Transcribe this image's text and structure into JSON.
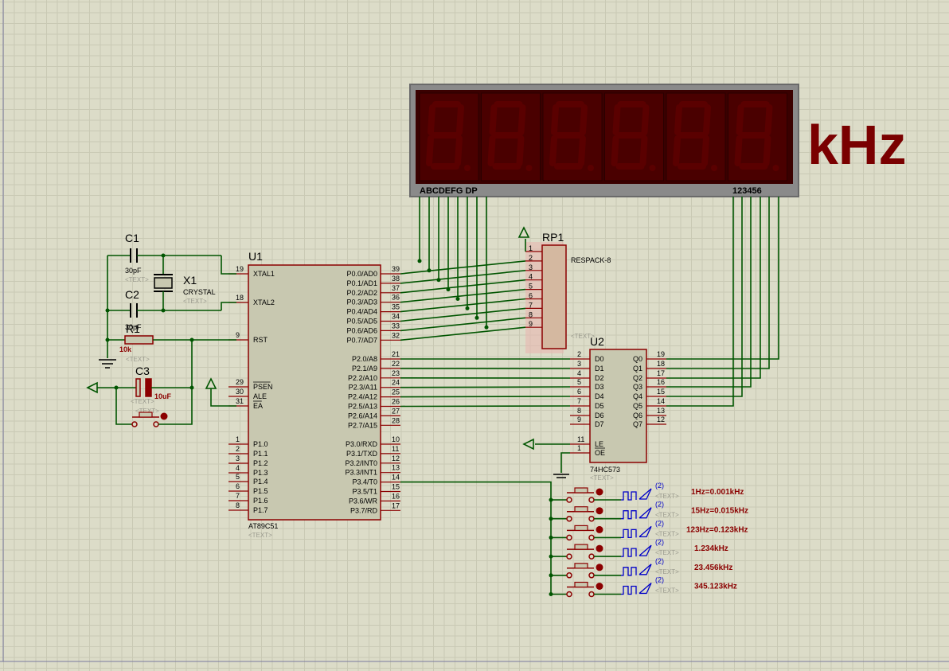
{
  "display": {
    "label_segments": "ABCDEFG DP",
    "label_digits": "123456",
    "unit": "kHz"
  },
  "u1": {
    "ref": "U1",
    "part": "AT89C51",
    "text": "<TEXT>",
    "left_pins": [
      {
        "num": "19",
        "name": "XTAL1"
      },
      {
        "num": "18",
        "name": "XTAL2"
      },
      {
        "num": "9",
        "name": "RST"
      },
      {
        "num": "29",
        "name": "PSEN"
      },
      {
        "num": "30",
        "name": "ALE"
      },
      {
        "num": "31",
        "name": "EA"
      },
      {
        "num": "1",
        "name": "P1.0"
      },
      {
        "num": "2",
        "name": "P1.1"
      },
      {
        "num": "3",
        "name": "P1.2"
      },
      {
        "num": "4",
        "name": "P1.3"
      },
      {
        "num": "5",
        "name": "P1.4"
      },
      {
        "num": "6",
        "name": "P1.5"
      },
      {
        "num": "7",
        "name": "P1.6"
      },
      {
        "num": "8",
        "name": "P1.7"
      }
    ],
    "right_pins": [
      {
        "num": "39",
        "name": "P0.0/AD0"
      },
      {
        "num": "38",
        "name": "P0.1/AD1"
      },
      {
        "num": "37",
        "name": "P0.2/AD2"
      },
      {
        "num": "36",
        "name": "P0.3/AD3"
      },
      {
        "num": "35",
        "name": "P0.4/AD4"
      },
      {
        "num": "34",
        "name": "P0.5/AD5"
      },
      {
        "num": "33",
        "name": "P0.6/AD6"
      },
      {
        "num": "32",
        "name": "P0.7/AD7"
      },
      {
        "num": "21",
        "name": "P2.0/A8"
      },
      {
        "num": "22",
        "name": "P2.1/A9"
      },
      {
        "num": "23",
        "name": "P2.2/A10"
      },
      {
        "num": "24",
        "name": "P2.3/A11"
      },
      {
        "num": "25",
        "name": "P2.4/A12"
      },
      {
        "num": "26",
        "name": "P2.5/A13"
      },
      {
        "num": "27",
        "name": "P2.6/A14"
      },
      {
        "num": "28",
        "name": "P2.7/A15"
      },
      {
        "num": "10",
        "name": "P3.0/RXD"
      },
      {
        "num": "11",
        "name": "P3.1/TXD"
      },
      {
        "num": "12",
        "name": "P3.2/INT0"
      },
      {
        "num": "13",
        "name": "P3.3/INT1"
      },
      {
        "num": "14",
        "name": "P3.4/T0"
      },
      {
        "num": "15",
        "name": "P3.5/T1"
      },
      {
        "num": "16",
        "name": "P3.6/WR"
      },
      {
        "num": "17",
        "name": "P3.7/RD"
      }
    ]
  },
  "u2": {
    "ref": "U2",
    "part": "74HC573",
    "text": "<TEXT>",
    "left_pins": [
      {
        "num": "2",
        "name": "D0"
      },
      {
        "num": "3",
        "name": "D1"
      },
      {
        "num": "4",
        "name": "D2"
      },
      {
        "num": "5",
        "name": "D3"
      },
      {
        "num": "6",
        "name": "D4"
      },
      {
        "num": "7",
        "name": "D5"
      },
      {
        "num": "8",
        "name": "D6"
      },
      {
        "num": "9",
        "name": "D7"
      },
      {
        "num": "11",
        "name": "LE"
      },
      {
        "num": "1",
        "name": "OE"
      }
    ],
    "right_pins": [
      {
        "num": "19",
        "name": "Q0"
      },
      {
        "num": "18",
        "name": "Q1"
      },
      {
        "num": "17",
        "name": "Q2"
      },
      {
        "num": "16",
        "name": "Q3"
      },
      {
        "num": "15",
        "name": "Q4"
      },
      {
        "num": "14",
        "name": "Q5"
      },
      {
        "num": "13",
        "name": "Q6"
      },
      {
        "num": "12",
        "name": "Q7"
      }
    ]
  },
  "rp1": {
    "ref": "RP1",
    "part": "RESPACK-8",
    "text": "<TEXT>",
    "pins": [
      "1",
      "2",
      "3",
      "4",
      "5",
      "6",
      "7",
      "8",
      "9"
    ]
  },
  "c1": {
    "ref": "C1",
    "value": "30pF",
    "text": "<TEXT>"
  },
  "c2": {
    "ref": "C2",
    "value": "30pF"
  },
  "x1": {
    "ref": "X1",
    "part": "CRYSTAL",
    "text": "<TEXT>"
  },
  "r1": {
    "ref": "R1",
    "value": "10k",
    "text": "<TEXT>"
  },
  "c3": {
    "ref": "C3",
    "value": "10uF",
    "text": "<TEXT>"
  },
  "reset_switch": {
    "text": "<TEXT>"
  },
  "generators": [
    {
      "tag": "(2)",
      "text": "<TEXT>",
      "label": "1Hz=0.001kHz"
    },
    {
      "tag": "(2)",
      "text": "<TEXT>",
      "label": "15Hz=0.015kHz"
    },
    {
      "tag": "(2)",
      "text": "<TEXT>",
      "label": "123Hz=0.123kHz"
    },
    {
      "tag": "(2)",
      "text": "<TEXT>",
      "label": "1.234kHz"
    },
    {
      "tag": "(2)",
      "text": "<TEXT>",
      "label": "23.456kHz"
    },
    {
      "tag": "(2)",
      "text": "<TEXT>",
      "label": "345.123kHz"
    }
  ],
  "colors": {
    "sheet": "#dcdcc8",
    "grid": "#c9c9b4",
    "wire": "#005500",
    "component": "#8b0000",
    "display_segment_off": "#5a0000",
    "display_body": "#3a0000",
    "display_frame": "#9a9a9a",
    "generator": "#0000c8"
  }
}
